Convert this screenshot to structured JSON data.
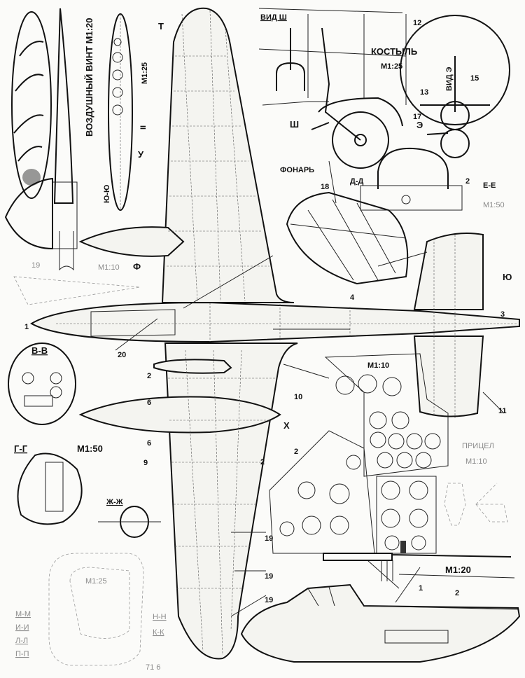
{
  "drawing": {
    "ink_color": "#111111",
    "paper_color": "#fbfbf9",
    "propeller": {
      "title": "ВОЗДУШНЫЙ ВИНТ М1:20",
      "blade_scale": "М1:25",
      "section": "Ю-Ю",
      "mark_u": "У",
      "mark_ii": "II",
      "mark_f": "Ф",
      "mark_t": "Т"
    },
    "tailwheel": {
      "view_sh": "ВИД Ш",
      "title": "КОСТЫЛЬ",
      "scale": "М1:25",
      "view_e": "ВИД Э",
      "arrow_sh": "Ш",
      "arrow_e": "Э",
      "n12": "12",
      "n13": "13",
      "n15": "15",
      "n17": "17"
    },
    "canopy": {
      "title": "ФОНАРЬ",
      "n18": "18"
    },
    "sections_top": {
      "dd": "Д-Д",
      "ee": "Е-Е",
      "scale": "М1:50",
      "n2": "2"
    },
    "planform": {
      "n1": "1",
      "n2a": "2",
      "n2b": "2",
      "n2c": "2",
      "n3": "3",
      "n4": "4",
      "n6a": "6",
      "n6b": "6",
      "n9": "9",
      "n10": "10",
      "n11": "11",
      "n19a": "19",
      "n19b": "19",
      "n19c": "19",
      "n20": "20",
      "mark_yu": "Ю",
      "mark_kh": "Х",
      "faint_scale": "М1:10"
    },
    "sections_left": {
      "vv": "В-В",
      "gg": "Г-Г",
      "gg_scale": "М1:50",
      "zhzh": "Ж-Ж"
    },
    "instrument_panel": {
      "scale": "М1:10"
    },
    "gunsight": {
      "title": "ПРИЦЕЛ",
      "scale": "М1:10"
    },
    "gun": {
      "scale": "М1:20",
      "n1": "1"
    },
    "side_view": {
      "n2": "2"
    },
    "frames": {
      "scale": "М1:25",
      "left_labels": [
        "М-М",
        "И-И",
        "Л-Л",
        "П-П"
      ],
      "right_labels": [
        "Н-Н",
        "К-К"
      ],
      "sheet_mark": "71 6"
    }
  }
}
